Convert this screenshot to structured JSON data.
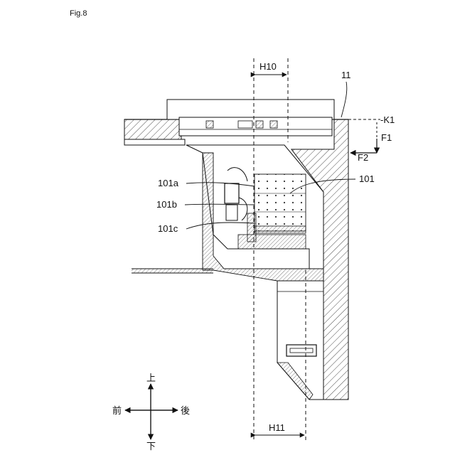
{
  "figure": {
    "title": "Fig.8"
  },
  "labels": {
    "h10": "H10",
    "h11": "H11",
    "n11": "11",
    "k1": "-K1",
    "f1": "F1",
    "f2": "F2",
    "n101": "101",
    "n101a": "101a",
    "n101b": "101b",
    "n101c": "101c"
  },
  "directions": {
    "up": "上",
    "down": "下",
    "front": "前",
    "back": "後"
  }
}
